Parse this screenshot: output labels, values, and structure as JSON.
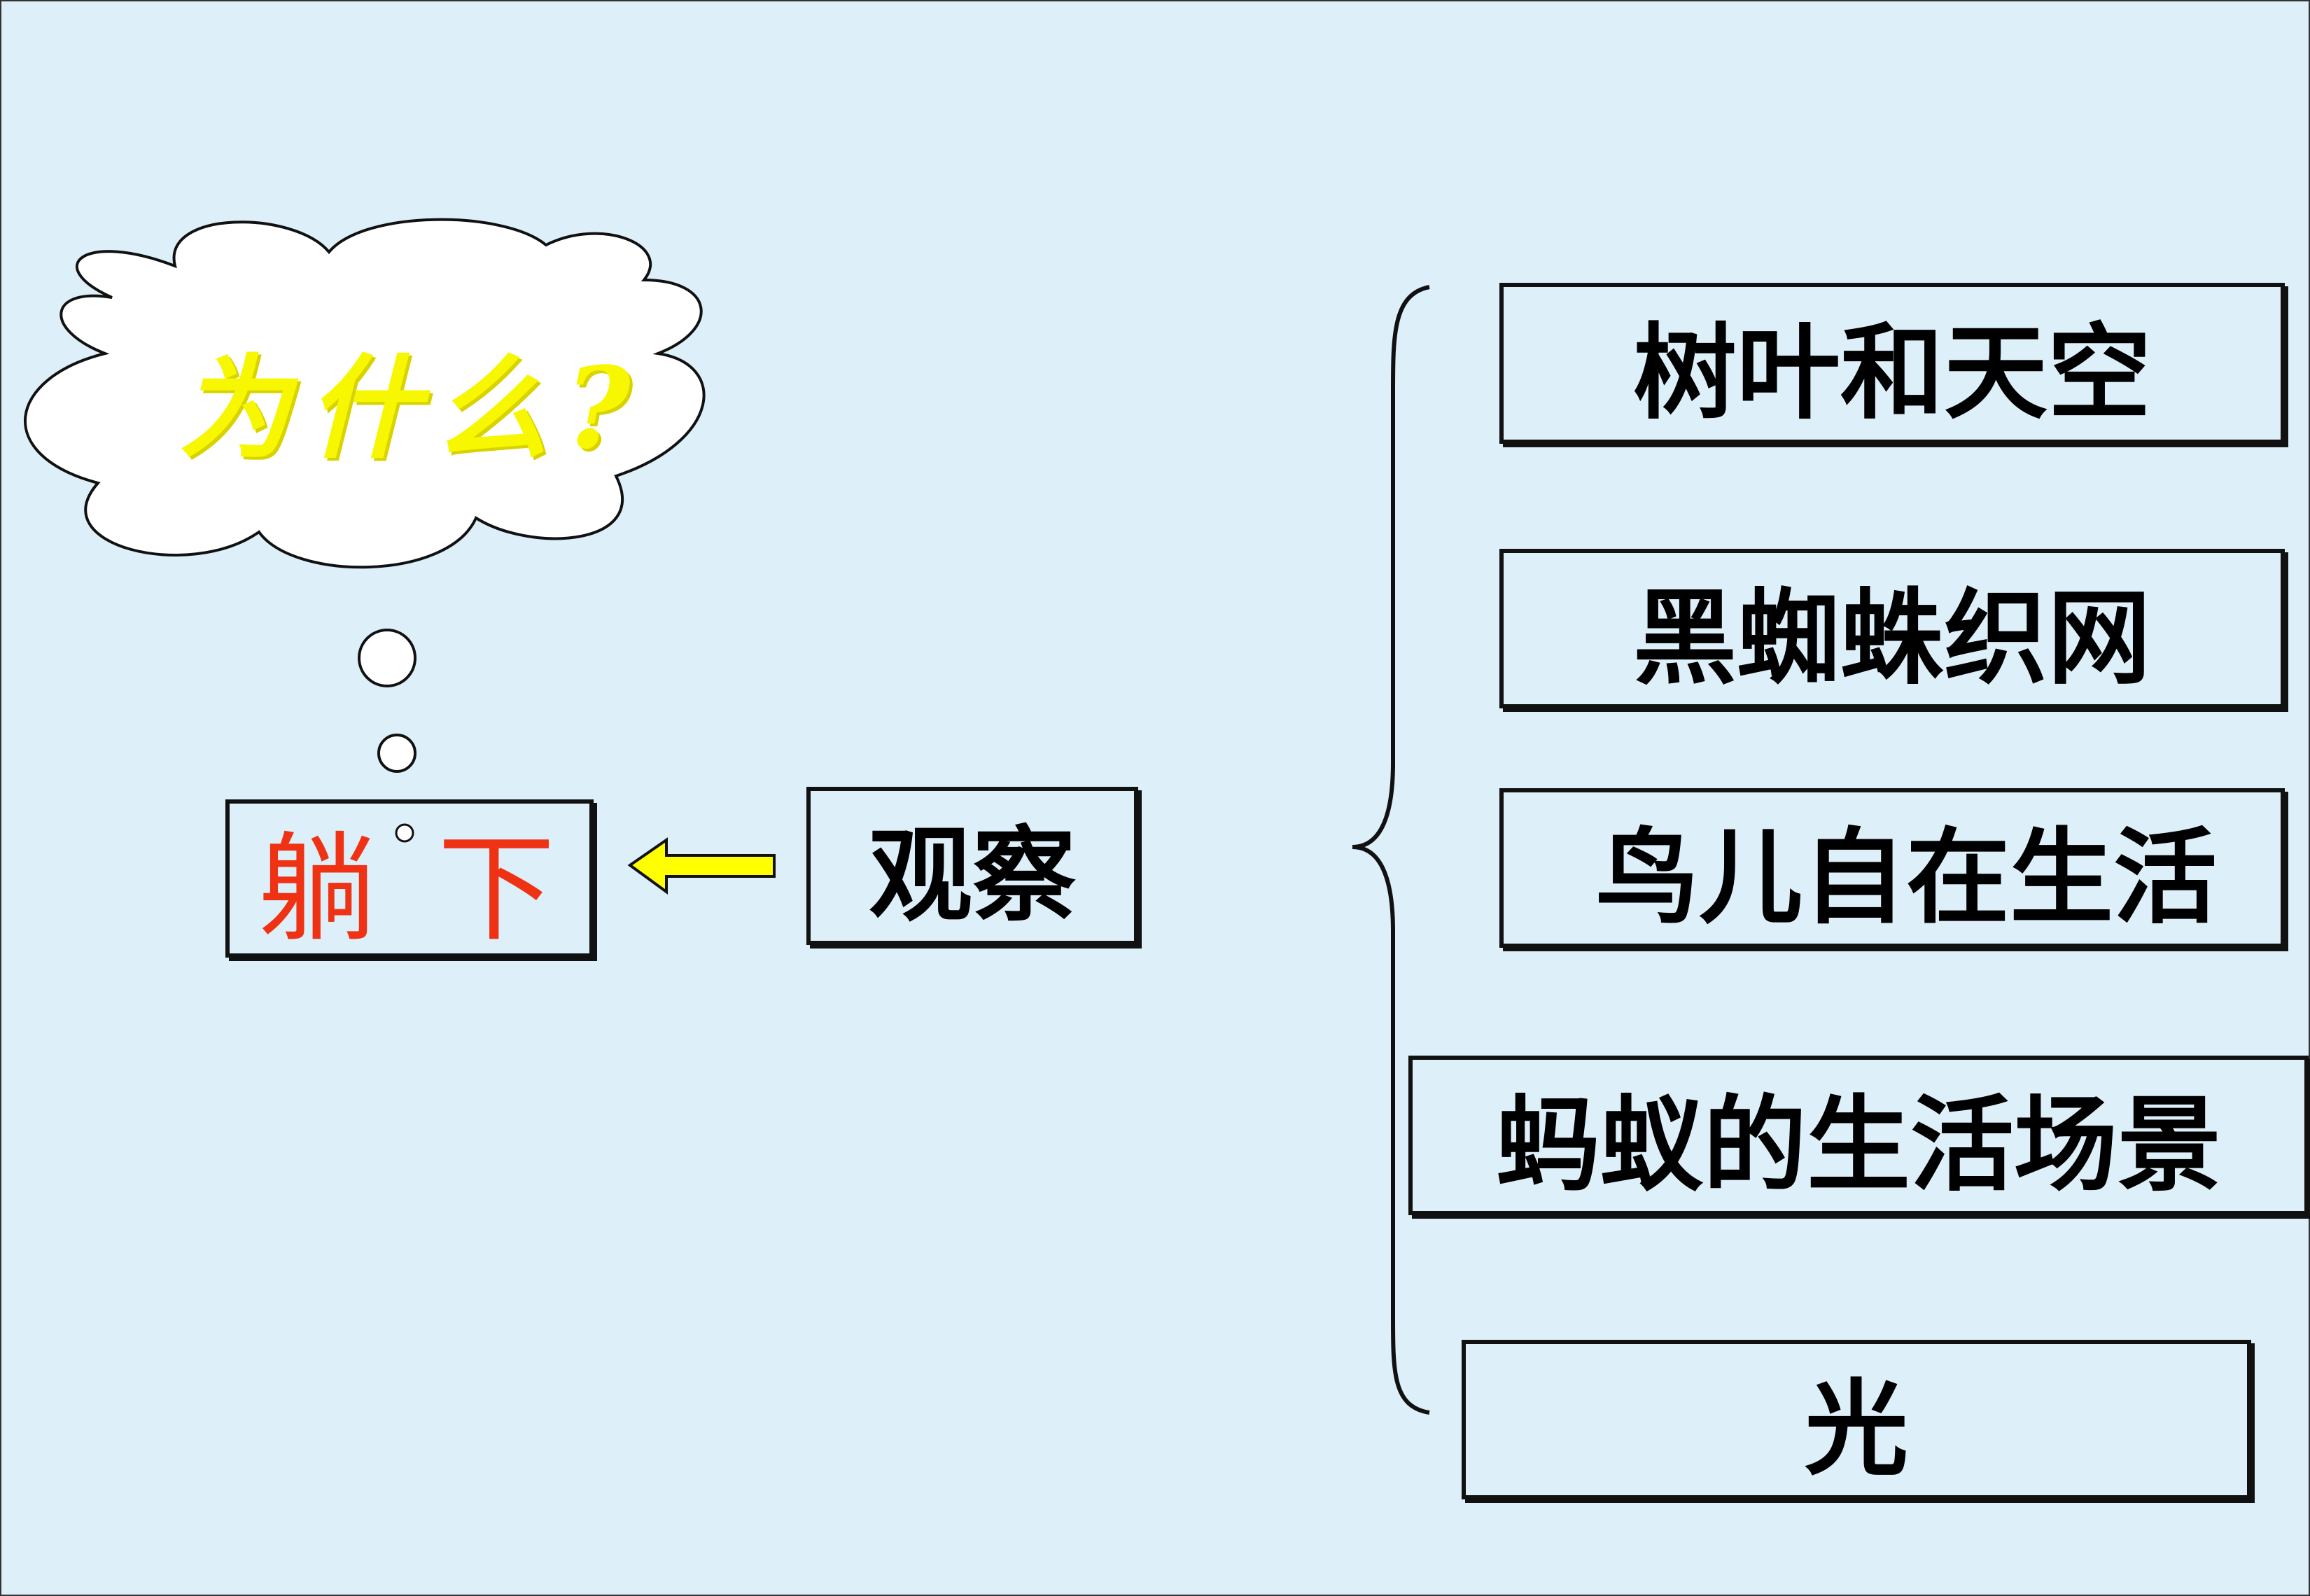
{
  "thought_bubble": {
    "text": "为什么?"
  },
  "left_box": {
    "char1": "躺",
    "char2": "下"
  },
  "observe_box": {
    "label": "观察"
  },
  "topics": [
    {
      "label": "树叶和天空"
    },
    {
      "label": "黑蜘蛛织网"
    },
    {
      "label": "鸟儿自在生活"
    },
    {
      "label": "蚂蚁的生活场景"
    },
    {
      "label": "光"
    }
  ],
  "colors": {
    "background": "#ddeff9",
    "thought_text": "#f7f700",
    "lie_down_text": "#f03214",
    "arrow_fill": "#ffff00",
    "border": "#111111"
  },
  "icons": {
    "arrow": "arrow-left-icon",
    "brace": "left-curly-brace",
    "bubble": "thought-cloud"
  }
}
